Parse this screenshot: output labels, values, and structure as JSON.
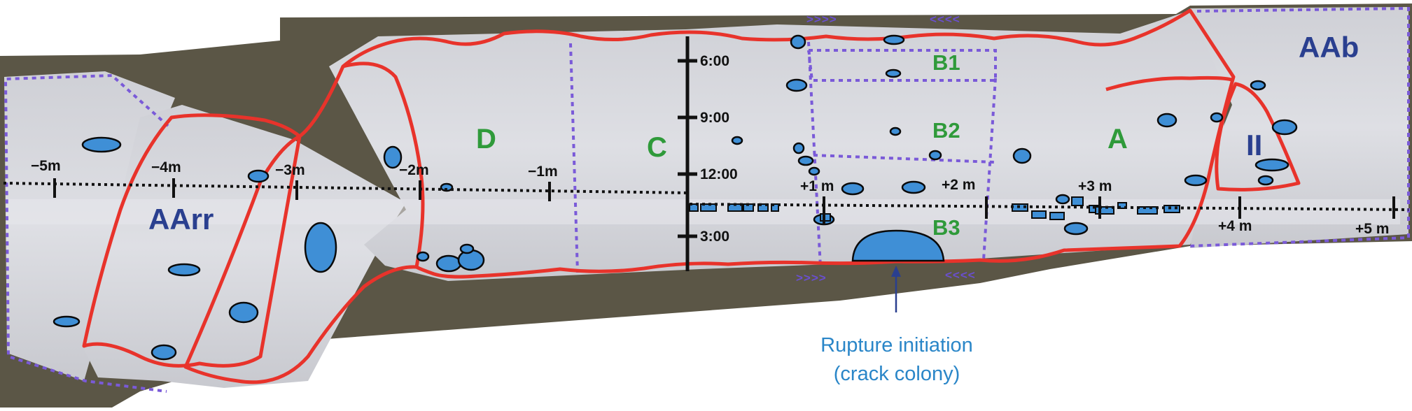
{
  "figure": {
    "distance_markers": [
      "−5m",
      "−4m",
      "−3m",
      "−2m",
      "−1m",
      "+1 m",
      "+2 m",
      "+3 m",
      "+4 m",
      "+5 m"
    ],
    "clock_positions": [
      "6:00",
      "9:00",
      "12:00",
      "3:00"
    ],
    "segments": {
      "AArr": "AArr",
      "D": "D",
      "C": "C",
      "B1": "B1",
      "B2": "B2",
      "B3": "B3",
      "A": "A",
      "II": "II",
      "AAb": "AAb"
    },
    "flow_arrows": {
      "top_left": ">>>>",
      "top_right": "<<<<",
      "bottom_left": ">>>>",
      "bottom_right": "<<<<"
    },
    "annotation": {
      "line1": "Rupture initiation",
      "line2": "(crack colony)"
    },
    "colors": {
      "segment_outline": "#e8332b",
      "defect_fill": "#3f8fd6",
      "dashed_outline": "#7a5ad8",
      "green_label": "#2f9a3a",
      "blue_label": "#2a3f8f",
      "annotation": "#2a86c8"
    }
  }
}
